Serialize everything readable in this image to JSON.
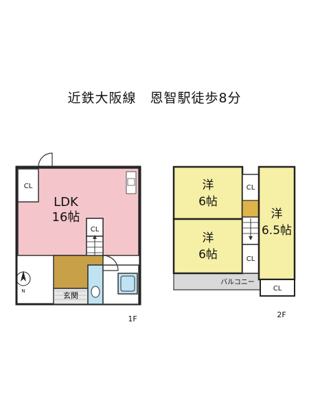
{
  "title": "近鉄大阪線　恩智駅徒歩8分",
  "floors": {
    "first": {
      "label": "1F",
      "rooms": {
        "ldk_name": "LDK",
        "ldk_size": "16帖",
        "closet_left": "CL",
        "closet_stair": "CL",
        "entrance": "玄関"
      }
    },
    "second": {
      "label": "2F",
      "rooms": {
        "west_a_name": "洋",
        "west_a_size": "6帖",
        "west_b_name": "洋",
        "west_b_size": "6帖",
        "west_c_name": "洋",
        "west_c_size": "6.5帖",
        "closet_a": "CL",
        "closet_b": "CL",
        "closet_c": "CL",
        "balcony": "バルコニー"
      }
    }
  },
  "compass": {
    "north_label": "N"
  },
  "colors": {
    "ldk": "#f4c6cc",
    "western_room": "#f6f0a6",
    "entrance_floor": "#c8a048",
    "bath": "#bfe3f3",
    "balcony": "#d9d9d9",
    "wall": "#222222"
  }
}
